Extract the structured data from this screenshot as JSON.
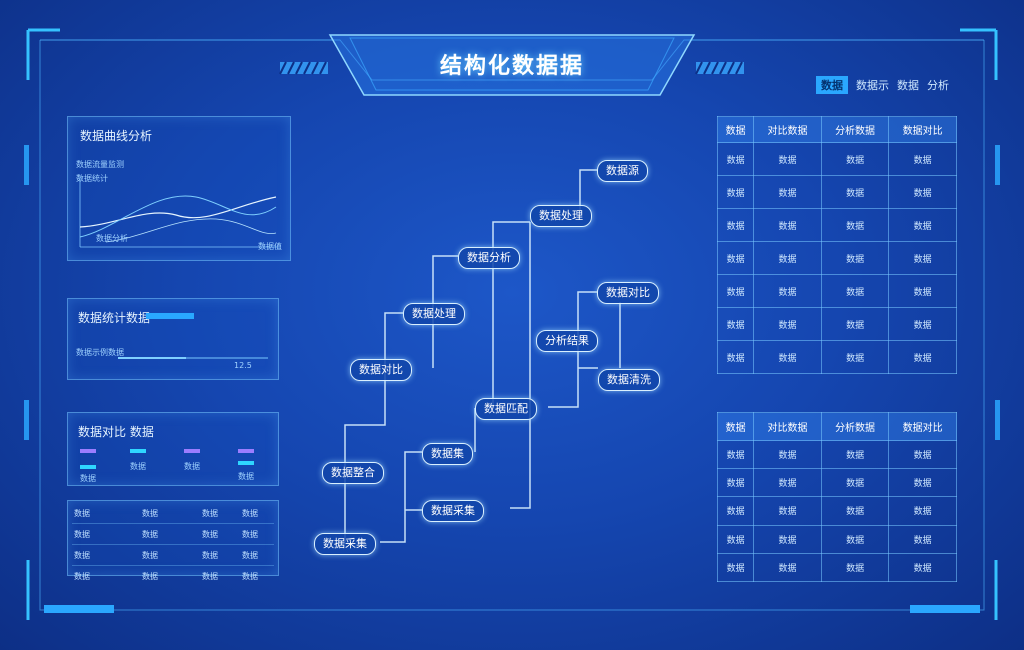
{
  "title": "结构化数据据",
  "top_right": {
    "tag": "数据",
    "items": [
      "数据示",
      "数据",
      "分析"
    ]
  },
  "left_panels": {
    "chart_title": "数据曲线分析",
    "chart_notes": [
      "数据流量监测",
      "数据统计",
      "数据分析",
      "数据值"
    ],
    "progress": {
      "title": "数据统计数据",
      "value": 0.45,
      "row_label": "数据示例数据",
      "row_value": "12.5"
    },
    "legend": {
      "title": "数据对比 数据",
      "groups": [
        "数据",
        "数据",
        "数据",
        "数据"
      ]
    },
    "rows": [
      [
        "数据",
        "数据",
        "数据",
        "数据"
      ],
      [
        "数据",
        "数据",
        "数据",
        "数据"
      ],
      [
        "数据",
        "数据",
        "数据",
        "数据"
      ],
      [
        "数据",
        "数据",
        "数据",
        "数据"
      ]
    ]
  },
  "flow_nodes": {
    "n1": "数据源",
    "n2": "数据处理",
    "n3": "数据分析",
    "n4": "数据对比",
    "n5": "数据处理",
    "n6": "分析结果",
    "n7": "数据对比",
    "n8": "数据清洗",
    "n9": "数据匹配",
    "n10": "数据集",
    "n11": "数据整合",
    "n12": "数据采集"
  },
  "table_top": {
    "headers": [
      "数据",
      "对比数据",
      "分析数据",
      "数据对比"
    ],
    "rows": [
      [
        "数据",
        "数据",
        "数据",
        "数据"
      ],
      [
        "数据",
        "数据",
        "数据",
        "数据"
      ],
      [
        "数据",
        "数据",
        "数据",
        "数据"
      ],
      [
        "数据",
        "数据",
        "数据",
        "数据"
      ],
      [
        "数据",
        "数据",
        "数据",
        "数据"
      ],
      [
        "数据",
        "数据",
        "数据",
        "数据"
      ],
      [
        "数据",
        "数据",
        "数据",
        "数据"
      ]
    ]
  },
  "table_bottom": {
    "headers": [
      "数据",
      "对比数据",
      "分析数据",
      "数据对比"
    ],
    "rows": [
      [
        "数据",
        "数据",
        "数据",
        "数据"
      ],
      [
        "数据",
        "数据",
        "数据",
        "数据"
      ],
      [
        "数据",
        "数据",
        "数据",
        "数据"
      ],
      [
        "数据",
        "数据",
        "数据",
        "数据"
      ],
      [
        "数据",
        "数据",
        "数据",
        "数据"
      ]
    ]
  },
  "colors": {
    "accent": "#29a8ff",
    "line": "#d9f0ff",
    "bg": "#1546b0"
  }
}
